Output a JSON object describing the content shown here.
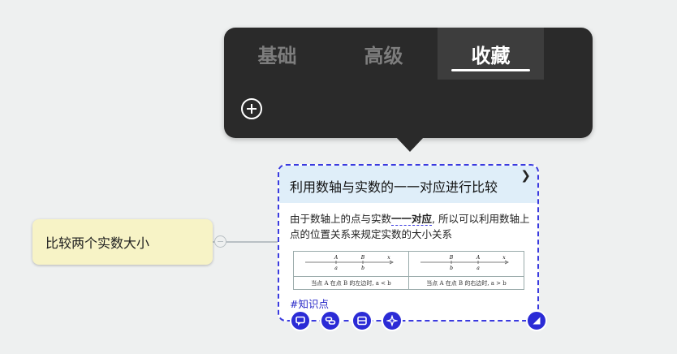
{
  "popover": {
    "tabs": [
      {
        "label": "基础",
        "active": false
      },
      {
        "label": "高级",
        "active": false
      },
      {
        "label": "收藏",
        "active": true
      }
    ],
    "add_icon": "plus-circle-icon"
  },
  "mindmap": {
    "parent_topic": "比较两个实数大小",
    "card": {
      "title": "利用数轴与实数的一一对应进行比较",
      "body_before": "由于数轴上的点与实数",
      "body_emphasis": "一一对应",
      "body_after": ", 所以可以利用数轴上点的位置关系来规定实数的大小关系",
      "figure": [
        {
          "caption": "当点 A 在点 B 的左边时, a < b",
          "point1": "A",
          "val1": "a",
          "point2": "B",
          "val2": "b",
          "axis": "x"
        },
        {
          "caption": "当点 A 在点 B 的右边时, a > b",
          "point1": "B",
          "val1": "b",
          "point2": "A",
          "val2": "a",
          "axis": "x"
        }
      ],
      "tag": "#知识点"
    },
    "toolbar_icons": [
      "comment-icon",
      "link-icon",
      "card-icon",
      "sparkle-icon",
      "resize-icon"
    ],
    "colors": {
      "accent": "#3a3adf",
      "popover_bg": "#2a2a2a",
      "card_header": "#dfeef9",
      "topic_bg": "#f7f3c6"
    }
  }
}
